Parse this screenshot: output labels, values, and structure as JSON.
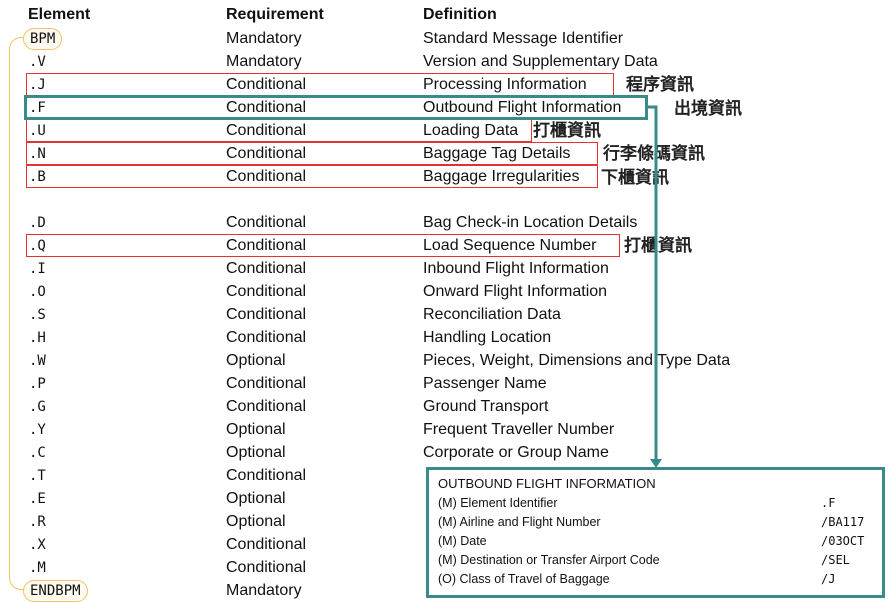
{
  "headers": {
    "element": "Element",
    "requirement": "Requirement",
    "definition": "Definition"
  },
  "rows": [
    {
      "element": "BPM",
      "requirement": "Mandatory",
      "definition": "Standard Message Identifier"
    },
    {
      "element": ".V",
      "requirement": "Mandatory",
      "definition": "Version and Supplementary Data"
    },
    {
      "element": ".J",
      "requirement": "Conditional",
      "definition": "Processing Information"
    },
    {
      "element": ".F",
      "requirement": "Conditional",
      "definition": "Outbound Flight Information"
    },
    {
      "element": ".U",
      "requirement": "Conditional",
      "definition": "Loading Data"
    },
    {
      "element": ".N",
      "requirement": "Conditional",
      "definition": "Baggage Tag Details"
    },
    {
      "element": ".B",
      "requirement": "Conditional",
      "definition": "Baggage Irregularities"
    },
    {
      "element": ".D",
      "requirement": "Conditional",
      "definition": "Bag Check-in Location Details"
    },
    {
      "element": ".Q",
      "requirement": "Conditional",
      "definition": "Load Sequence Number"
    },
    {
      "element": ".I",
      "requirement": "Conditional",
      "definition": "Inbound Flight Information"
    },
    {
      "element": ".O",
      "requirement": "Conditional",
      "definition": "Onward Flight Information"
    },
    {
      "element": ".S",
      "requirement": "Conditional",
      "definition": "Reconciliation Data"
    },
    {
      "element": ".H",
      "requirement": "Conditional",
      "definition": "Handling Location"
    },
    {
      "element": ".W",
      "requirement": "Optional",
      "definition": "Pieces, Weight, Dimensions and Type Data"
    },
    {
      "element": ".P",
      "requirement": "Conditional",
      "definition": "Passenger Name"
    },
    {
      "element": ".G",
      "requirement": "Conditional",
      "definition": "Ground Transport"
    },
    {
      "element": ".Y",
      "requirement": "Optional",
      "definition": "Frequent Traveller Number"
    },
    {
      "element": ".C",
      "requirement": "Optional",
      "definition": "Corporate or Group Name"
    },
    {
      "element": ".T",
      "requirement": "Conditional",
      "definition": ""
    },
    {
      "element": ".E",
      "requirement": "Optional",
      "definition": ""
    },
    {
      "element": ".R",
      "requirement": "Optional",
      "definition": ""
    },
    {
      "element": ".X",
      "requirement": "Conditional",
      "definition": ""
    },
    {
      "element": ".M",
      "requirement": "Conditional",
      "definition": ""
    },
    {
      "element": "ENDBPM",
      "requirement": "Mandatory",
      "definition": ""
    }
  ],
  "annotations": {
    "processing": "程序資訊",
    "outbound": "出境資訊",
    "loading": "打櫃資訊",
    "tag": "行李條碼資訊",
    "irregular": "下櫃資訊",
    "sequence": "打櫃資訊"
  },
  "outbound_box": {
    "title": "OUTBOUND FLIGHT INFORMATION",
    "lines": [
      {
        "label": "(M) Element Identifier",
        "value": ".F"
      },
      {
        "label": "(M) Airline and Flight Number",
        "value": "/BA117"
      },
      {
        "label": "(M) Date",
        "value": "/03OCT"
      },
      {
        "label": "(M) Destination or Transfer Airport Code",
        "value": "/SEL"
      },
      {
        "label": "(O) Class of Travel of Baggage",
        "value": "/J"
      }
    ]
  },
  "colors": {
    "highlight_red": "#e03333",
    "highlight_teal": "#3a8a8a",
    "tag_oval": "#f0c36b"
  }
}
